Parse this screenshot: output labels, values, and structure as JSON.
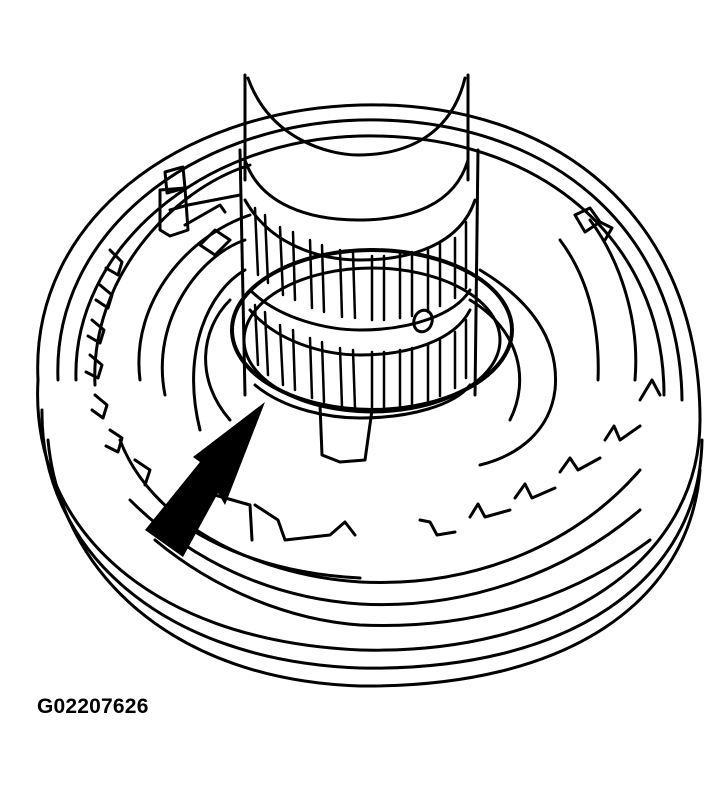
{
  "figure": {
    "type": "technical line illustration",
    "subject": "clutch drum / hub assembly with splined shaft",
    "figure_id": "G02207626",
    "callout": {
      "kind": "arrow",
      "points_to": "seal/ring at base of splined hub"
    },
    "colors": {
      "line": "#000000",
      "background": "#ffffff"
    }
  }
}
